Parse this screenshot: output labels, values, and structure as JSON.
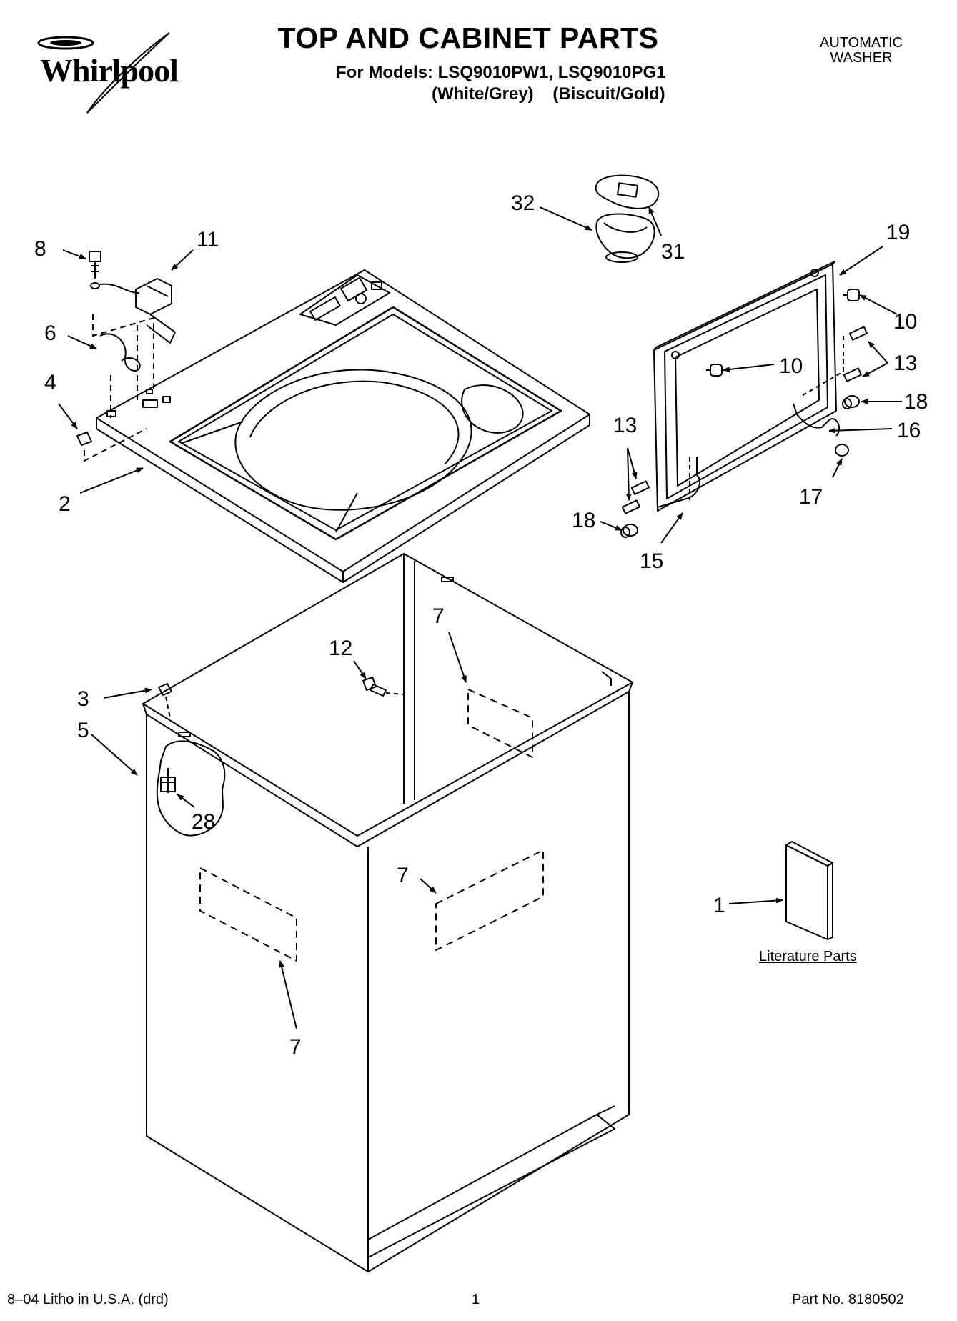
{
  "header": {
    "brand": "Whirlpool",
    "title": "TOP AND CABINET PARTS",
    "models_line": "For Models: LSQ9010PW1, LSQ9010PG1",
    "colors_line": "(White/Grey)    (Biscuit/Gold)",
    "appliance_line1": "AUTOMATIC",
    "appliance_line2": "WASHER"
  },
  "callouts": {
    "c1": "1",
    "c2": "2",
    "c3": "3",
    "c4": "4",
    "c5": "5",
    "c6": "6",
    "c7a": "7",
    "c7b": "7",
    "c7c": "7",
    "c8": "8",
    "c10a": "10",
    "c10b": "10",
    "c11": "11",
    "c12": "12",
    "c13a": "13",
    "c13b": "13",
    "c15": "15",
    "c16": "16",
    "c17": "17",
    "c18a": "18",
    "c18b": "18",
    "c19": "19",
    "c28": "28",
    "c31": "31",
    "c32": "32"
  },
  "literature_label": "Literature Parts",
  "footer": {
    "left": "8–04 Litho in U.S.A. (drd)",
    "page": "1",
    "part_no": "Part No. 8180502"
  },
  "colors": {
    "line": "#000000",
    "background": "#ffffff"
  }
}
